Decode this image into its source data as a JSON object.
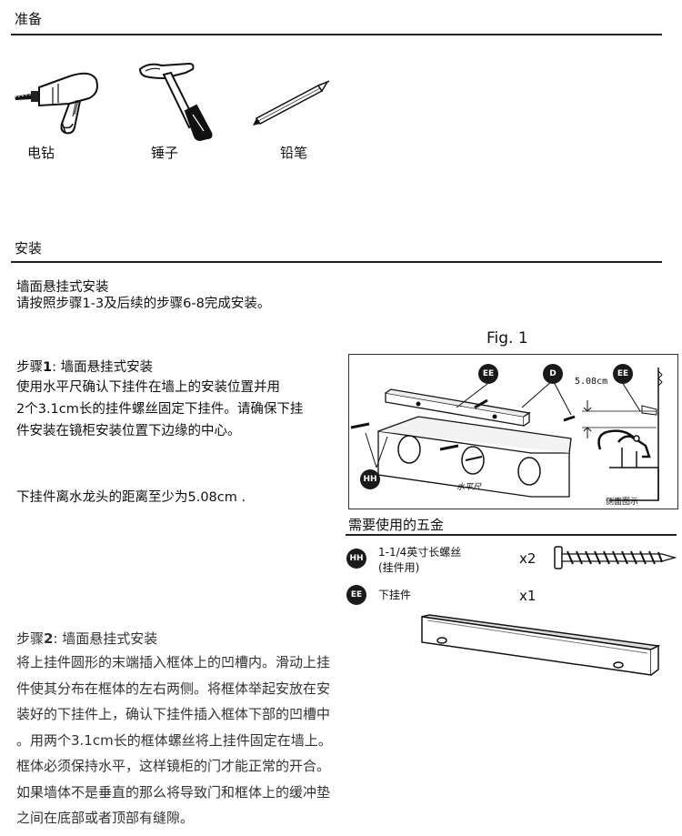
{
  "sections": {
    "prepare_title": "准备",
    "install_title": "安装"
  },
  "tools": [
    {
      "label": "电钻",
      "icon": "drill-icon"
    },
    {
      "label": "锤子",
      "icon": "hammer-icon"
    },
    {
      "label": "铅笔",
      "icon": "pencil-icon"
    }
  ],
  "intro": {
    "title": "墙面悬挂式安装",
    "line": "请按照步骤1-3及后续的步骤6-8完成安装。"
  },
  "step1": {
    "prefix": "步骤",
    "number": "1",
    "title": ": 墙面悬挂式安装",
    "lines": [
      "使用水平尺确认下挂件在墙上的安装位置并用",
      "2个3.1cm长的挂件螺丝固定下挂件。请确保下挂",
      "件安装在镜柜安装位置下边缘的中心。"
    ],
    "note": "下挂件离水龙头的距离至少为5.08cm ."
  },
  "figure": {
    "caption": "Fig. 1",
    "badges": [
      "EE",
      "D",
      "EE",
      "HH"
    ],
    "dimension": "5.08cm",
    "level_label": "水平尺",
    "side_view_label": "侧面图示"
  },
  "hardware": {
    "title": "需要使用的五金",
    "items": [
      {
        "code": "HH",
        "line1": "1-1/4英寸长螺丝",
        "line2": "(挂件用)",
        "qty": "x2"
      },
      {
        "code": "EE",
        "line1": "下挂件",
        "line2": "",
        "qty": "x1"
      }
    ]
  },
  "step2": {
    "prefix": "步骤",
    "number": "2",
    "title": ": 墙面悬挂式安装",
    "lines": [
      "将上挂件圆形的末端插入框体上的凹槽内。滑动上挂",
      "件使其分布在框体的左右两侧。将框体举起安放在安",
      "装好的下挂件上，确认下挂件插入框体下部的凹槽中",
      "。用两个3.1cm长的框体螺丝将上挂件固定在墙上。",
      "框体必须保持水平，这样镜柜的门才能正常的开合。",
      "如果墙体不是垂直的那么将导致门和框体上的缓冲垫",
      "之间在底部或者顶部有缝隙。"
    ]
  }
}
